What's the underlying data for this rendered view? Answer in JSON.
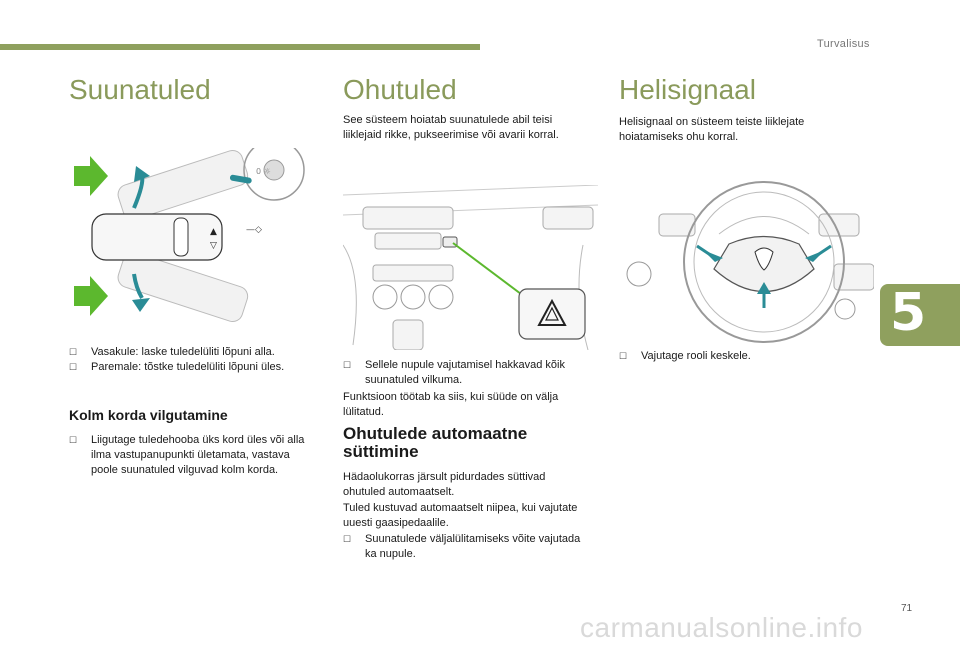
{
  "header": {
    "section": "Turvalisus"
  },
  "chapter": {
    "number": "5"
  },
  "footer": {
    "page_number": "71",
    "watermark": "carmanualsonline.info"
  },
  "colors": {
    "accent": "#8fa05e",
    "heading": "#8a9a5b",
    "arrow_green": "#5cb82e",
    "arrow_teal": "#2a8c96"
  },
  "col1": {
    "title": "Suunatuled",
    "bullets": [
      "Vasakule: laske tuledelüliti lõpuni alla.",
      "Paremale: tõstke tuledelüliti lõpuni üles."
    ],
    "subheading": "Kolm korda vilgutamine",
    "sub_bullet": "Liigutage tuledehooba üks kord üles või alla ilma vastupanupunkti ületamata, vastava poole suunatuled vilguvad kolm korda."
  },
  "col2": {
    "title": "Ohutuled",
    "intro": "See süsteem hoiatab suunatulede abil teisi liiklejaid rikke, pukseerimise või avarii korral.",
    "bullet": "Sellele nupule vajutamisel hakkavad kõik suunatuled vilkuma.",
    "note": "Funktsioon töötab ka siis, kui süüde on välja lülitatud.",
    "subheading_line1": "Ohutulede automaatne",
    "subheading_line2": "süttimine",
    "para1": "Hädaolukorras järsult pidurdades süttivad ohutuled automaatselt.",
    "para2": "Tuled kustuvad automaatselt niipea, kui vajutate uuesti gaasipedaalile.",
    "bullet2": "Suunatulede väljalülitamiseks võite vajutada ka nupule."
  },
  "col3": {
    "title": "Helisignaal",
    "intro": "Helisignaal on süsteem teiste liiklejate hoiatamiseks ohu korral.",
    "bullet": "Vajutage rooli keskele."
  },
  "icons": {
    "bullet": "checkbox-bullet-icon"
  },
  "bullet_glyph": "☐"
}
